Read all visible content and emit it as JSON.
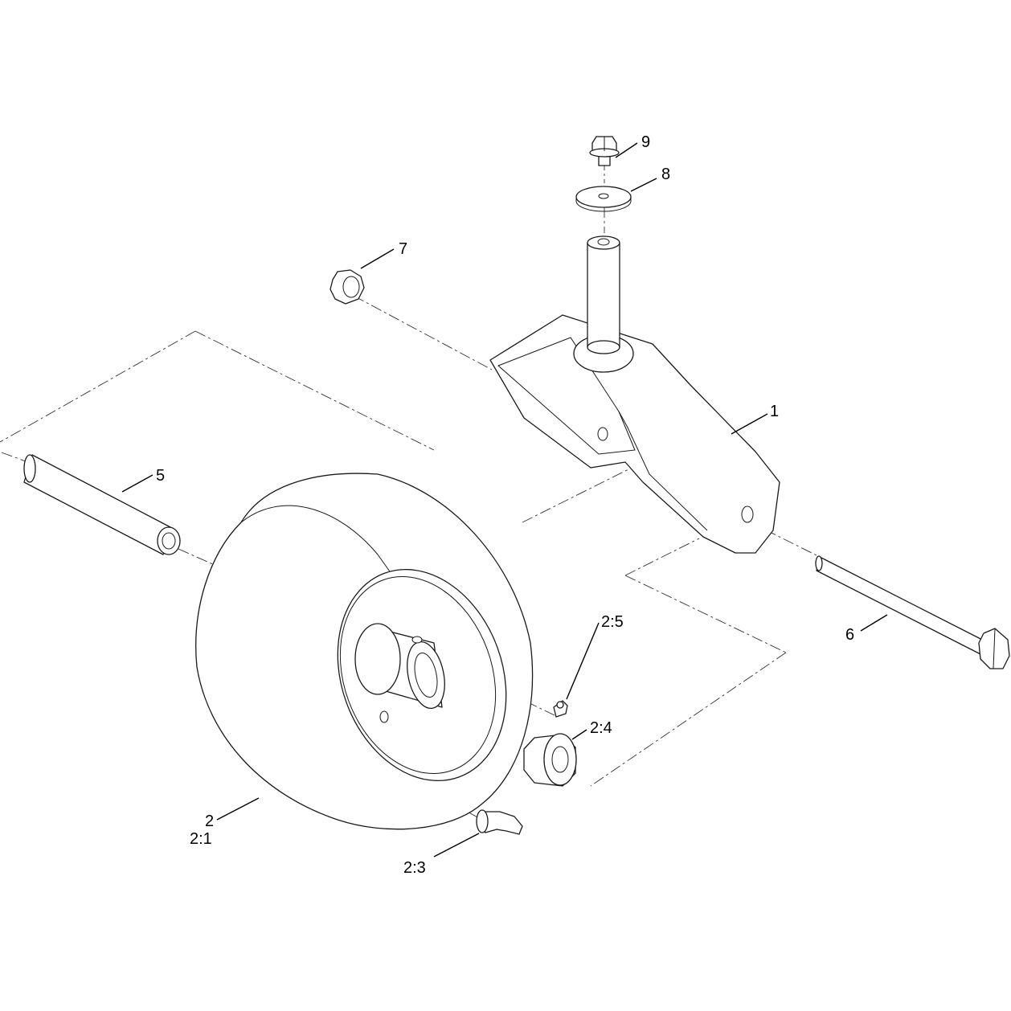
{
  "callouts": {
    "c1": "1",
    "c2": "2",
    "c2_1": "2:1",
    "c2_3": "2:3",
    "c2_4": "2:4",
    "c2_5": "2:5",
    "c5": "5",
    "c6": "6",
    "c7": "7",
    "c8": "8",
    "c9": "9"
  },
  "colors": {
    "line": "#1a1a1a",
    "background": "#ffffff"
  }
}
